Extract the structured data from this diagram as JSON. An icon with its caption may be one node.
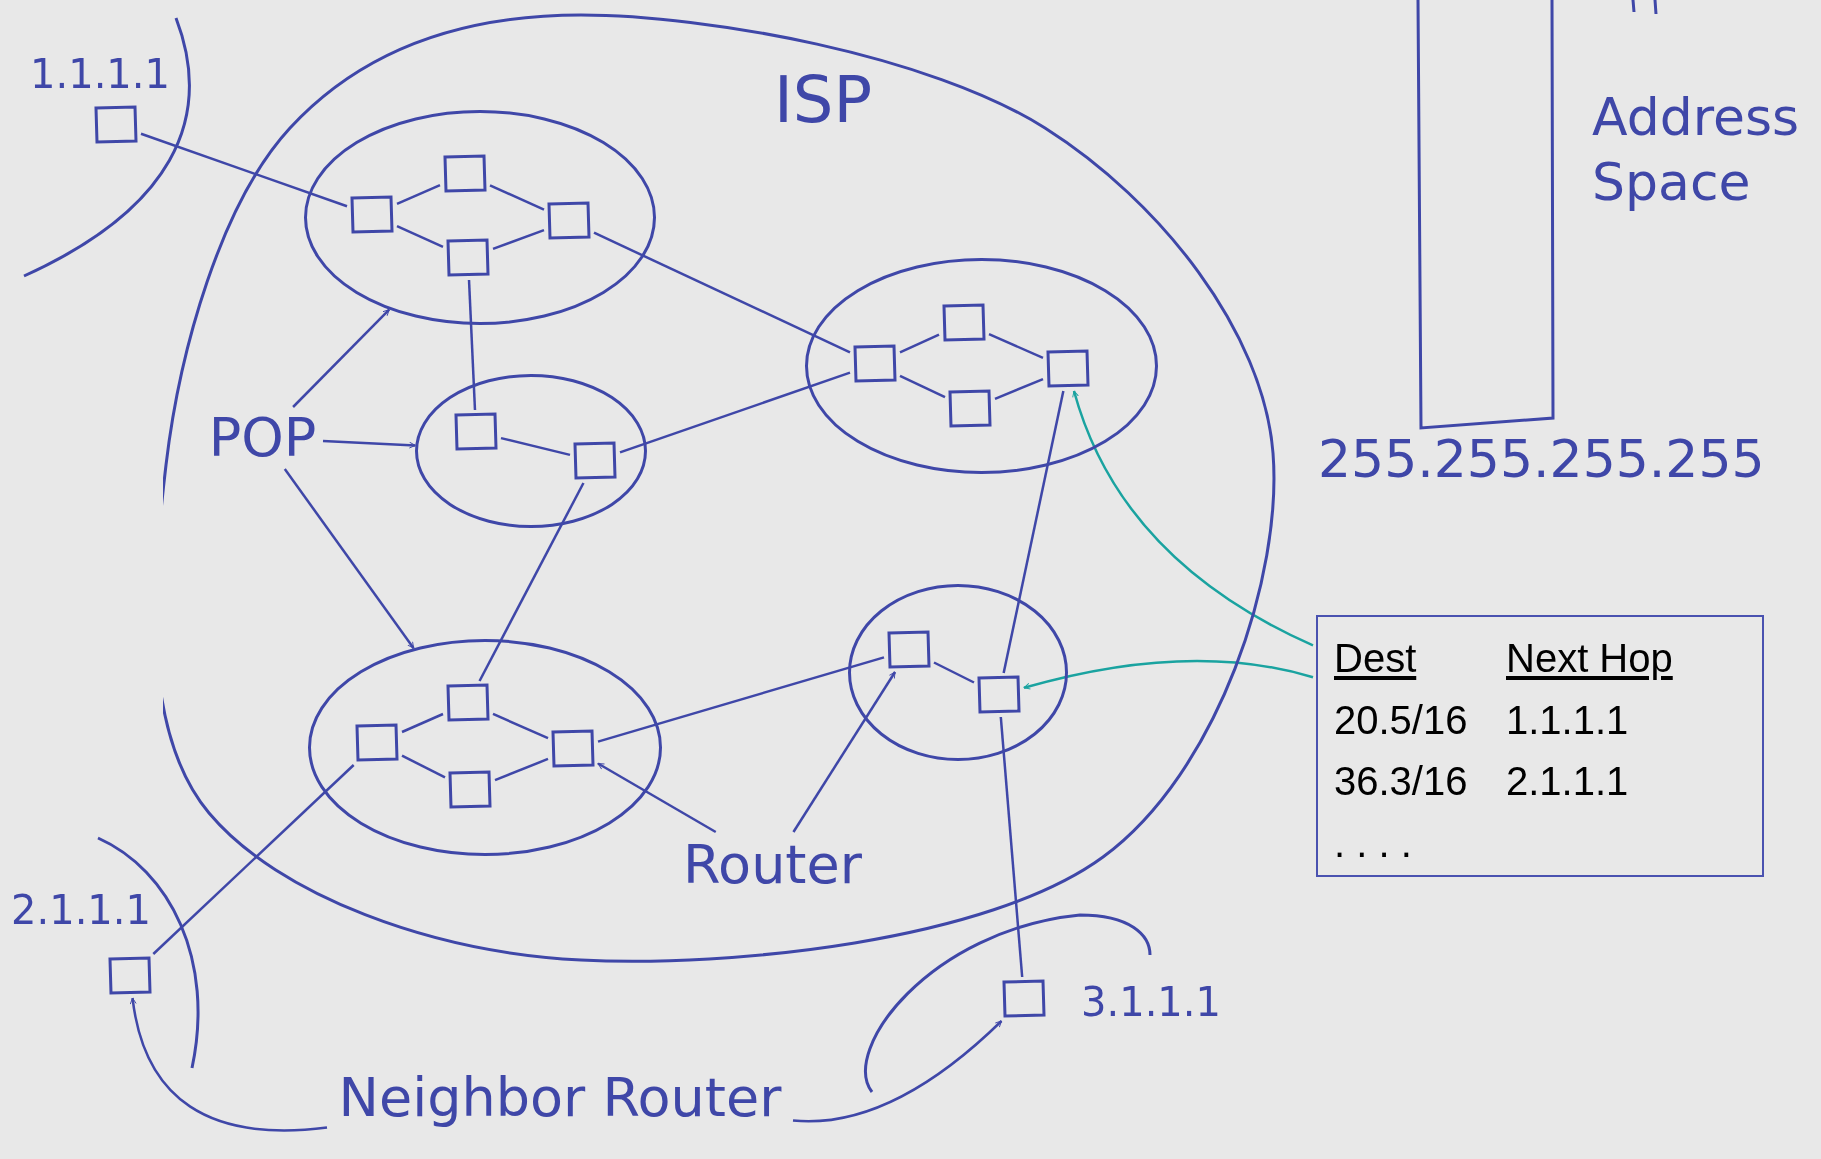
{
  "diagram": {
    "nodes": [
      {
        "text": [
          "ISP"
        ]
      },
      {
        "text": [],
        "shape": "ellipse",
        "in": 0
      },
      {
        "text": [],
        "shape": "box",
        "in": 1
      },
      {
        "text": [],
        "shape": "box",
        "in": 1
      },
      {
        "text": [],
        "shape": "box",
        "in": 1
      },
      {
        "text": [],
        "shape": "box",
        "in": 1
      },
      {
        "text": [],
        "shape": "ellipse",
        "in": 0
      },
      {
        "text": [],
        "shape": "box",
        "in": 6
      },
      {
        "text": [],
        "shape": "box",
        "in": 6
      },
      {
        "text": [],
        "shape": "ellipse",
        "in": 0
      },
      {
        "text": [],
        "shape": "box",
        "in": 9
      },
      {
        "text": [],
        "shape": "box",
        "in": 9
      },
      {
        "text": [],
        "shape": "box",
        "in": 9
      },
      {
        "text": [],
        "shape": "box",
        "in": 9
      },
      {
        "text": [],
        "shape": "ellipse",
        "in": 0
      },
      {
        "text": [],
        "shape": "box",
        "in": 14
      },
      {
        "text": [],
        "shape": "box",
        "in": 14
      },
      {
        "text": [],
        "shape": "box",
        "in": 14
      },
      {
        "text": [],
        "shape": "box",
        "in": 14
      },
      {
        "text": [],
        "shape": "ellipse",
        "in": 0
      },
      {
        "text": [],
        "shape": "box",
        "in": 19
      },
      {
        "text": [],
        "shape": "box",
        "in": 19
      },
      {
        "text": [],
        "shape": "box",
        "beside": [
          "1.1.1.1"
        ]
      },
      {
        "text": [],
        "shape": "box",
        "beside": [
          "2.1.1.1"
        ]
      },
      {
        "text": [],
        "shape": "box",
        "beside": [
          "3.1.1.1"
        ]
      },
      {
        "text": [
          "POP"
        ],
        "in": 0
      },
      {
        "text": [
          "Router"
        ],
        "in": 0
      },
      {
        "text": [
          "Neighbor Router"
        ]
      },
      {
        "text": [
          "Dest",
          "Next Hop",
          "20.5/16",
          "1.1.1.1",
          "36.3/16",
          "2.1.1.1",
          ". . . ."
        ]
      },
      {
        "text": [],
        "shape": "bar",
        "beside": [
          "Address Space",
          "255.255.255.255"
        ]
      }
    ],
    "edges": [
      {
        "from": 2,
        "to": 3,
        "arrow": "none"
      },
      {
        "from": 3,
        "to": 4,
        "arrow": "none"
      },
      {
        "from": 2,
        "to": 5,
        "arrow": "none"
      },
      {
        "from": 5,
        "to": 4,
        "arrow": "none"
      },
      {
        "from": 7,
        "to": 8,
        "arrow": "none"
      },
      {
        "from": 10,
        "to": 11,
        "arrow": "none"
      },
      {
        "from": 11,
        "to": 12,
        "arrow": "none"
      },
      {
        "from": 10,
        "to": 13,
        "arrow": "none"
      },
      {
        "from": 13,
        "to": 12,
        "arrow": "none"
      },
      {
        "from": 15,
        "to": 16,
        "arrow": "none"
      },
      {
        "from": 16,
        "to": 17,
        "arrow": "none"
      },
      {
        "from": 15,
        "to": 18,
        "arrow": "none"
      },
      {
        "from": 18,
        "to": 17,
        "arrow": "none"
      },
      {
        "from": 20,
        "to": 21,
        "arrow": "none"
      },
      {
        "from": 22,
        "to": 2,
        "arrow": "none"
      },
      {
        "from": 4,
        "to": 10,
        "arrow": "none"
      },
      {
        "from": 5,
        "to": 7,
        "arrow": "none"
      },
      {
        "from": 8,
        "to": 10,
        "arrow": "none"
      },
      {
        "from": 8,
        "to": 16,
        "arrow": "none"
      },
      {
        "from": 17,
        "to": 20,
        "arrow": "none"
      },
      {
        "from": 12,
        "to": 21,
        "arrow": "none"
      },
      {
        "from": 21,
        "to": 24,
        "arrow": "none"
      },
      {
        "from": 15,
        "to": 23,
        "arrow": "none"
      },
      {
        "from": 25,
        "to": 1,
        "arrow": "to"
      },
      {
        "from": 25,
        "to": 6,
        "arrow": "to"
      },
      {
        "from": 25,
        "to": 14,
        "arrow": "to"
      },
      {
        "from": 26,
        "to": 17,
        "arrow": "to"
      },
      {
        "from": 26,
        "to": 20,
        "arrow": "to"
      },
      {
        "from": 27,
        "to": 23,
        "arrow": "to"
      },
      {
        "from": 27,
        "to": 24,
        "arrow": "to"
      },
      {
        "from": 28,
        "to": 12,
        "arrow": "to",
        "color": "#1aa3a0"
      },
      {
        "from": 28,
        "to": 21,
        "arrow": "to",
        "color": "#1aa3a0"
      }
    ]
  }
}
